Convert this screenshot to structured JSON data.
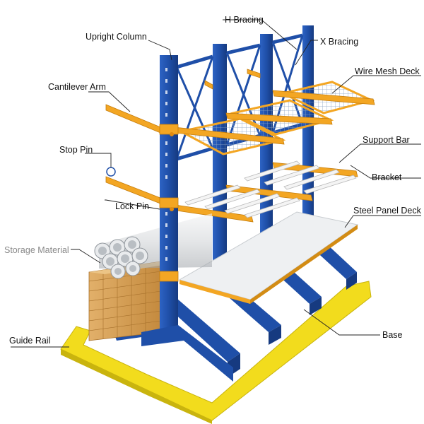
{
  "labels": {
    "h_bracing": "H Bracing",
    "upright_column": "Upright Column",
    "x_bracing": "X Bracing",
    "wire_mesh_deck": "Wire Mesh Deck",
    "cantilever_arm": "Cantilever Arm",
    "support_bar": "Support Bar",
    "stop_pin": "Stop Pin",
    "bracket": "Bracket",
    "lock_pin": "Lock Pin",
    "steel_panel_deck": "Steel Panel Deck",
    "storage_material": "Storage Material",
    "guide_rail": "Guide Rail",
    "base": "Base"
  },
  "colors": {
    "column_blue": "#1f4fa8",
    "arm_orange": "#f3a623",
    "rail_yellow": "#f2dc1d",
    "pipe_gray": "#d4d6d8",
    "lumber_tan": "#d9a35a",
    "leader_line": "#222222"
  }
}
